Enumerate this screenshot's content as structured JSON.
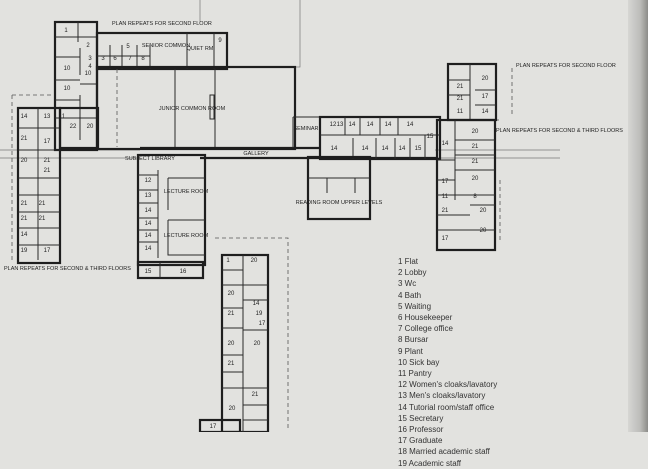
{
  "plan": {
    "notes": {
      "top": "PLAN REPEATS FOR SECOND FLOOR",
      "right_top": "PLAN REPEATS FOR SECOND FLOOR",
      "right_mid": "PLAN REPEATS FOR SECOND & THIRD FLOORS",
      "left": "PLAN REPEATS FOR SECOND & THIRD FLOORS"
    },
    "rooms": {
      "senior_common": "SENIOR COMMON",
      "quiet_rm": "QUIET RM",
      "junior_common": "JUNIOR COMMON ROOM",
      "seminar": "SEMINAR",
      "gallery": "GALLERY",
      "subject_library": "SUBJECT LIBRARY",
      "lecture_room_1": "LECTURE ROOM",
      "lecture_room_2": "LECTURE ROOM",
      "reading_room": "READING ROOM UPPER LEVELS"
    },
    "numbers": [
      "1",
      "2",
      "3",
      "4",
      "10",
      "10",
      "10",
      "3",
      "5",
      "6",
      "7",
      "8",
      "9",
      "11",
      "22",
      "20",
      "14",
      "13",
      "17",
      "21",
      "20",
      "21",
      "21",
      "21",
      "21",
      "21",
      "21",
      "14",
      "19",
      "17",
      "12",
      "13",
      "14",
      "14",
      "14",
      "14",
      "15",
      "16",
      "13",
      "12",
      "14",
      "14",
      "14",
      "14",
      "14",
      "14",
      "14",
      "14",
      "15",
      "15",
      "20",
      "21",
      "21",
      "17",
      "14",
      "11",
      "20",
      "14",
      "21",
      "21",
      "20",
      "17",
      "11",
      "8",
      "21",
      "20",
      "20",
      "17",
      "20",
      "1",
      "20",
      "21",
      "14",
      "19",
      "17",
      "20",
      "20",
      "21",
      "21",
      "20",
      "17"
    ]
  },
  "legend": [
    "1 Flat",
    "2 Lobby",
    "3 Wc",
    "4 Bath",
    "5 Waiting",
    "6 Housekeeper",
    "7 College office",
    "8 Bursar",
    "9 Plant",
    "10 Sick bay",
    "11 Pantry",
    "12 Women's cloaks/lavatory",
    "13 Men's cloaks/lavatory",
    "14 Tutorial room/staff office",
    "15 Secretary",
    "16 Professor",
    "17 Graduate",
    "18 Married academic staff",
    "19 Academic staff"
  ]
}
